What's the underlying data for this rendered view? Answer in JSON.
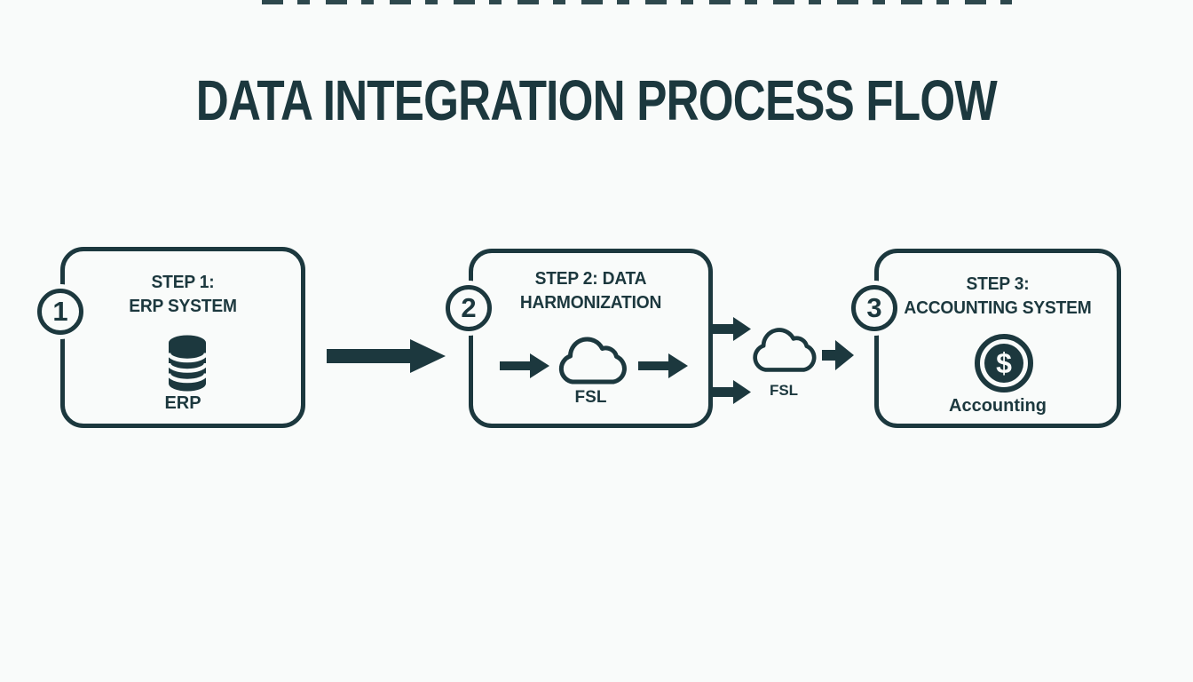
{
  "title": "DATA INTEGRATION PROCESS FLOW",
  "steps": [
    {
      "number": "1",
      "heading_line1": "STEP 1:",
      "heading_line2": "ERP SYSTEM",
      "icon": "database-icon",
      "icon_label": "ERP"
    },
    {
      "number": "2",
      "heading_line1": "STEP 2: DATA",
      "heading_line2": "HARMONIZATION",
      "icon": "cloud-icon",
      "icon_label": "FSL"
    },
    {
      "number": "3",
      "heading_line1": "STEP 3:",
      "heading_line2": "ACCOUNTING SYSTEM",
      "icon": "dollar-icon",
      "icon_label": "Accounting"
    }
  ],
  "connectors": {
    "mid_cloud_label": "FSL"
  },
  "colors": {
    "ink": "#1c383e",
    "background": "#f9fbfa"
  }
}
